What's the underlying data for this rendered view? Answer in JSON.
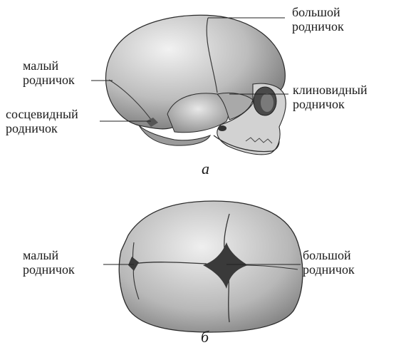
{
  "figure_a": {
    "caption": "а",
    "labels": {
      "bolshoy": [
        "большой",
        "родничок"
      ],
      "maly": [
        "малый",
        "родничок"
      ],
      "klinovidny": [
        "клиновидный",
        "родничок"
      ],
      "sosцevidny": [
        "сосцевидный",
        "родничок"
      ]
    }
  },
  "figure_b": {
    "caption": "б",
    "labels": {
      "maly": [
        "малый",
        "родничок"
      ],
      "bolshoy": [
        "большой",
        "родничок"
      ]
    }
  },
  "colors": {
    "bone": "#c9c9c9",
    "bone_dark": "#6f6f6f",
    "outline": "#2b2b2b",
    "fontanelle": "#3a3a3a",
    "leader": "#222222"
  }
}
